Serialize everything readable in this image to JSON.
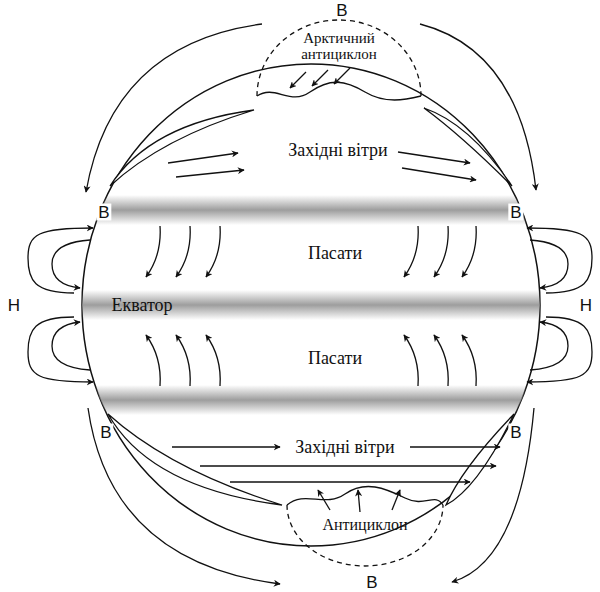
{
  "diagram": {
    "nodes": [
      {
        "text": [
          "Арктичний антициклон"
        ]
      },
      {
        "text": [
          "Антициклон"
        ]
      }
    ],
    "labels": [
      "В",
      "Західні вітри",
      "В",
      "В",
      "Пасати",
      "Н",
      "Екватор",
      "Н",
      "Пасати",
      "В",
      "Західні вітри",
      "В",
      "В"
    ]
  }
}
